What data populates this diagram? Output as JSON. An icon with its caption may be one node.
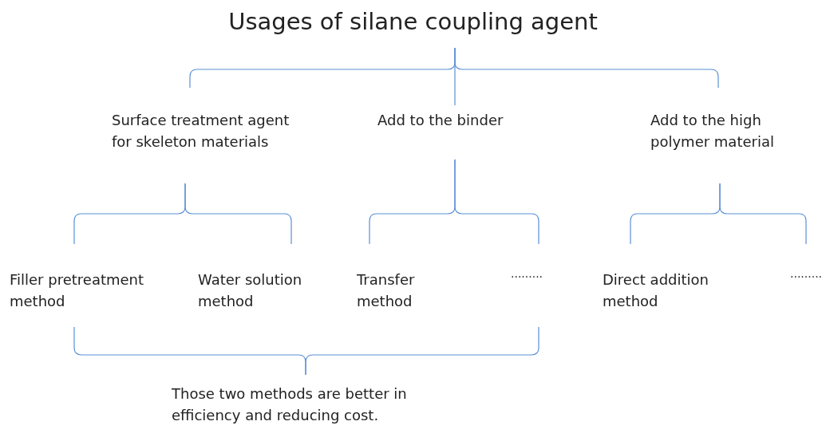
{
  "diagram": {
    "title": "Usages of silane coupling agent",
    "nodes": [
      {
        "text": [
          "Surface treatment agent for skeleton materials"
        ]
      },
      {
        "text": [
          "Add to the binder"
        ]
      },
      {
        "text": [
          "Add to the high polymer material"
        ]
      },
      {
        "text": [
          "Filler pretreatment method"
        ]
      },
      {
        "text": [
          "Water solution method"
        ]
      },
      {
        "text": [
          "Transfer method"
        ]
      },
      {
        "text": [
          "........."
        ]
      },
      {
        "text": [
          "Direct addition method"
        ]
      },
      {
        "text": [
          "........."
        ]
      },
      {
        "text": [
          "Those two methods are better in efficiency and reducing cost."
        ]
      }
    ],
    "edges": [
      {
        "from": null,
        "to": 0,
        "arrow": "none"
      },
      {
        "from": null,
        "to": 1,
        "arrow": "none"
      },
      {
        "from": null,
        "to": 2,
        "arrow": "none"
      },
      {
        "from": 0,
        "to": 3,
        "arrow": "none"
      },
      {
        "from": 0,
        "to": 4,
        "arrow": "none"
      },
      {
        "from": 1,
        "to": 5,
        "arrow": "none"
      },
      {
        "from": 1,
        "to": 6,
        "arrow": "none"
      },
      {
        "from": 2,
        "to": 7,
        "arrow": "none"
      },
      {
        "from": 2,
        "to": 8,
        "arrow": "none"
      },
      {
        "from": 9,
        "to": 3,
        "arrow": "none"
      },
      {
        "from": 9,
        "to": 6,
        "arrow": "none"
      }
    ]
  }
}
